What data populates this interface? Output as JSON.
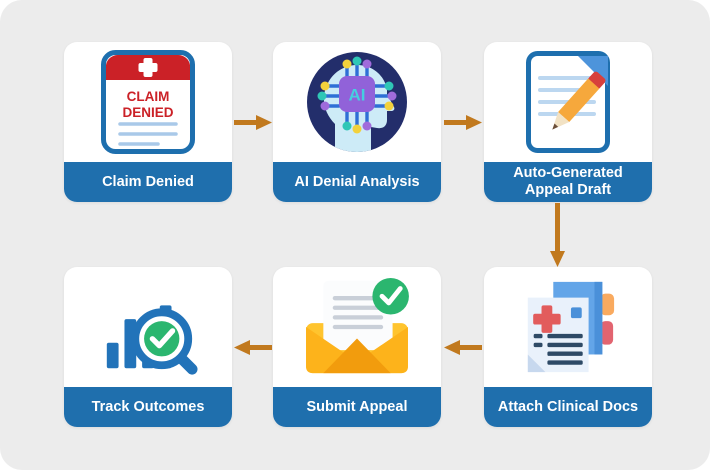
{
  "diagram": {
    "type": "process-flow",
    "rows": 2,
    "columns": 3
  },
  "steps": [
    {
      "label": "Claim Denied",
      "icon": "claim-denied-clipboard-icon"
    },
    {
      "label": "AI Denial Analysis",
      "icon": "ai-brain-chip-icon"
    },
    {
      "label": "Auto-Generated Appeal Draft",
      "icon": "document-pencil-icon"
    },
    {
      "label": "Attach Clinical Docs",
      "icon": "clinical-documents-icon"
    },
    {
      "label": "Submit Appeal",
      "icon": "envelope-check-icon"
    },
    {
      "label": "Track Outcomes",
      "icon": "bar-chart-magnifier-icon"
    }
  ],
  "connections": [
    {
      "from": "Claim Denied",
      "to": "AI Denial Analysis",
      "direction": "right"
    },
    {
      "from": "AI Denial Analysis",
      "to": "Auto-Generated Appeal Draft",
      "direction": "right"
    },
    {
      "from": "Auto-Generated Appeal Draft",
      "to": "Attach Clinical Docs",
      "direction": "down"
    },
    {
      "from": "Attach Clinical Docs",
      "to": "Submit Appeal",
      "direction": "left"
    },
    {
      "from": "Submit Appeal",
      "to": "Track Outcomes",
      "direction": "left"
    }
  ],
  "icon_texts": {
    "claim_line1": "CLAIM",
    "claim_line2": "DENIED",
    "ai_chip_label": "AI"
  },
  "colors": {
    "panel_bg": "#ececec",
    "card_bg": "#ffffff",
    "label_bar_blue": "#1f6fad",
    "arrow_orange": "#c1791e",
    "denied_red": "#cb2127",
    "success_green": "#2bb66f",
    "envelope_yellow": "#ffc42e",
    "envelope_orange": "#f29c0d",
    "pencil_orange": "#f6a83c",
    "chip_purple": "#9162d9",
    "doc_blue": "#4a90d9",
    "line_light_blue": "#a9c9e9",
    "head_navy": "#232e6b",
    "head_skin_blue": "#cdebf7"
  }
}
